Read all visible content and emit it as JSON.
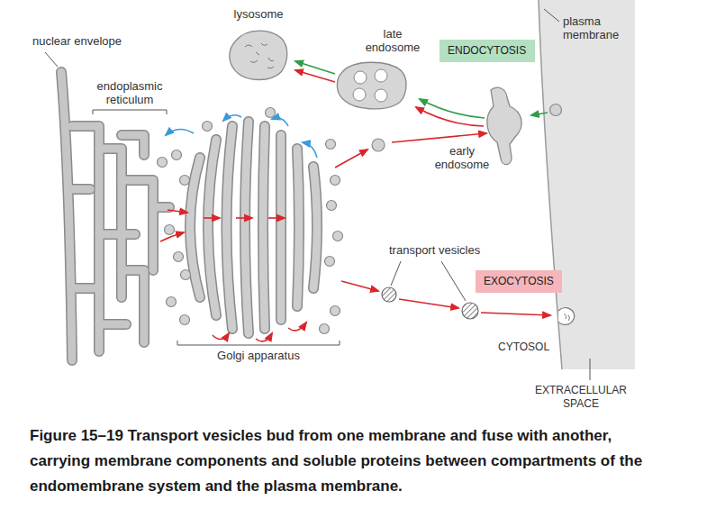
{
  "diagram": {
    "caption": "Figure 15–19 Transport vesicles bud from one membrane and fuse with another, carrying membrane components and soluble proteins between compartments of the endomembrane system and the plasma membrane.",
    "nodes": [
      {
        "text": [
          "ENDOCYTOSIS"
        ]
      },
      {
        "text": [
          "EXOCYTOSIS"
        ]
      }
    ],
    "labels": [
      "lysosome",
      "plasma membrane",
      "late endosome",
      "nuclear envelope",
      "endoplasmic reticulum",
      "early endosome",
      "transport vesicles",
      "Golgi apparatus",
      "CYTOSOL",
      "EXTRACELLULAR SPACE"
    ]
  }
}
